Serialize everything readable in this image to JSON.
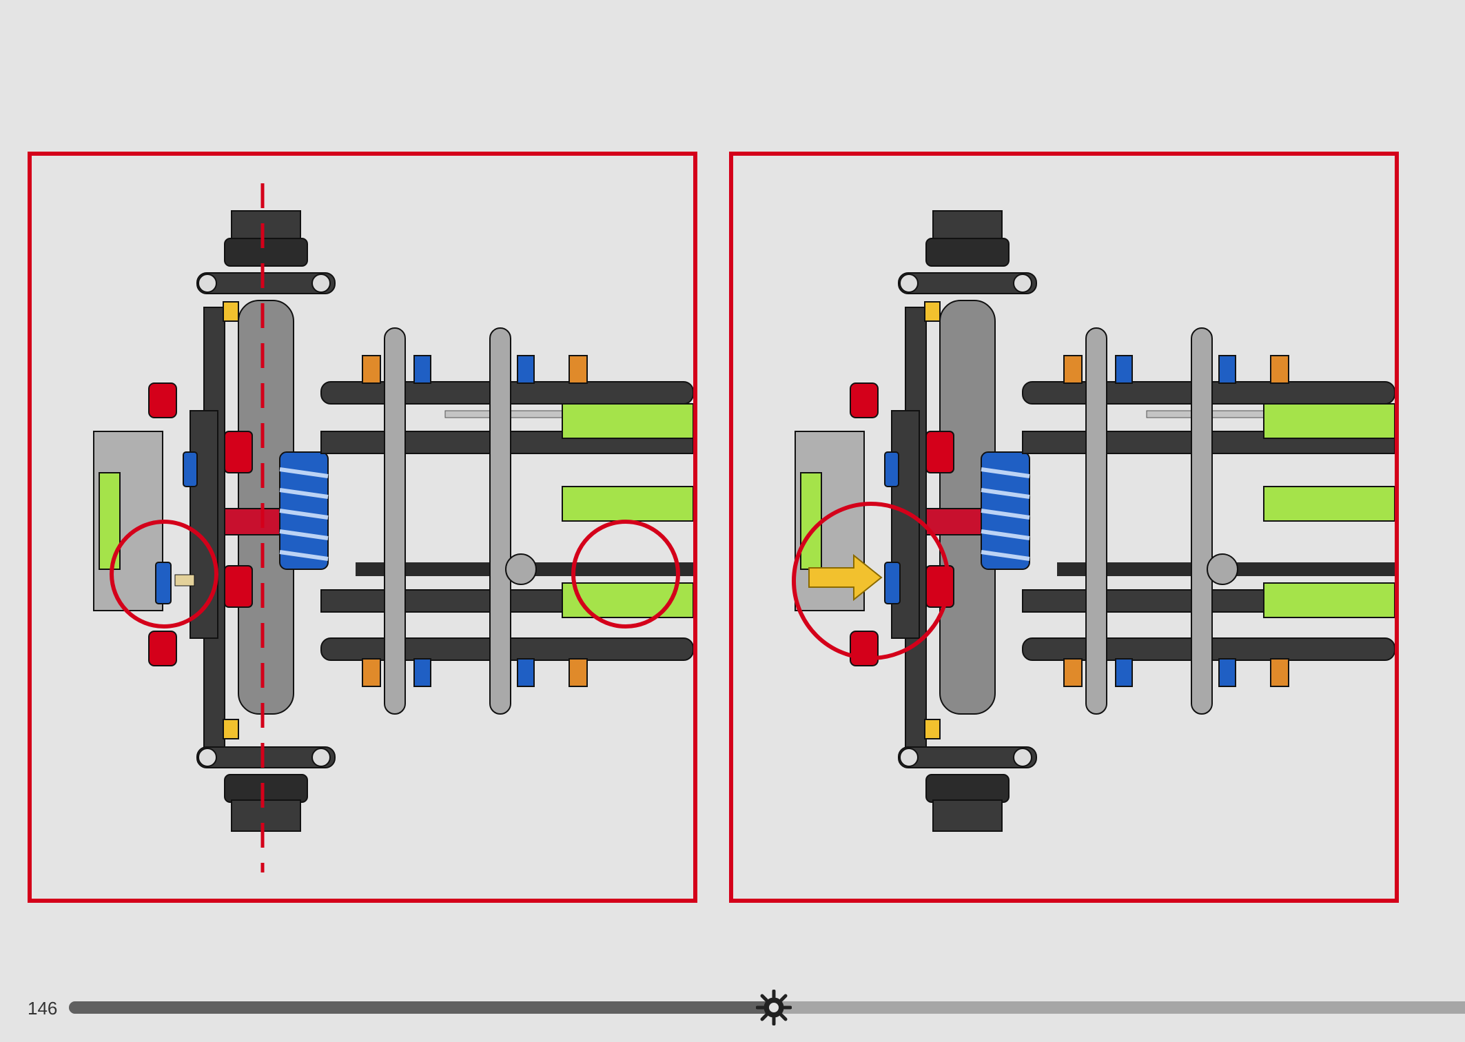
{
  "page": {
    "number": "146",
    "progress": 0.505
  },
  "colors": {
    "frame_red": "#d4001a",
    "lime": "#a5e34a",
    "beam_dark": "#3a3a3a",
    "light_gray": "#a9a9a9",
    "blue": "#1f5fc4",
    "orange": "#e08a2a",
    "yellow": "#f2c12e"
  },
  "panels": [
    {
      "name": "step-before",
      "highlights": [
        "callout-left-bushing",
        "callout-right-axle"
      ],
      "guide": "center-axis-dashed-line"
    },
    {
      "name": "step-after",
      "highlights": [
        "callout-push-direction"
      ],
      "arrow": "yellow-push-arrow"
    }
  ],
  "icons": {
    "progress_marker": "gear-icon"
  }
}
